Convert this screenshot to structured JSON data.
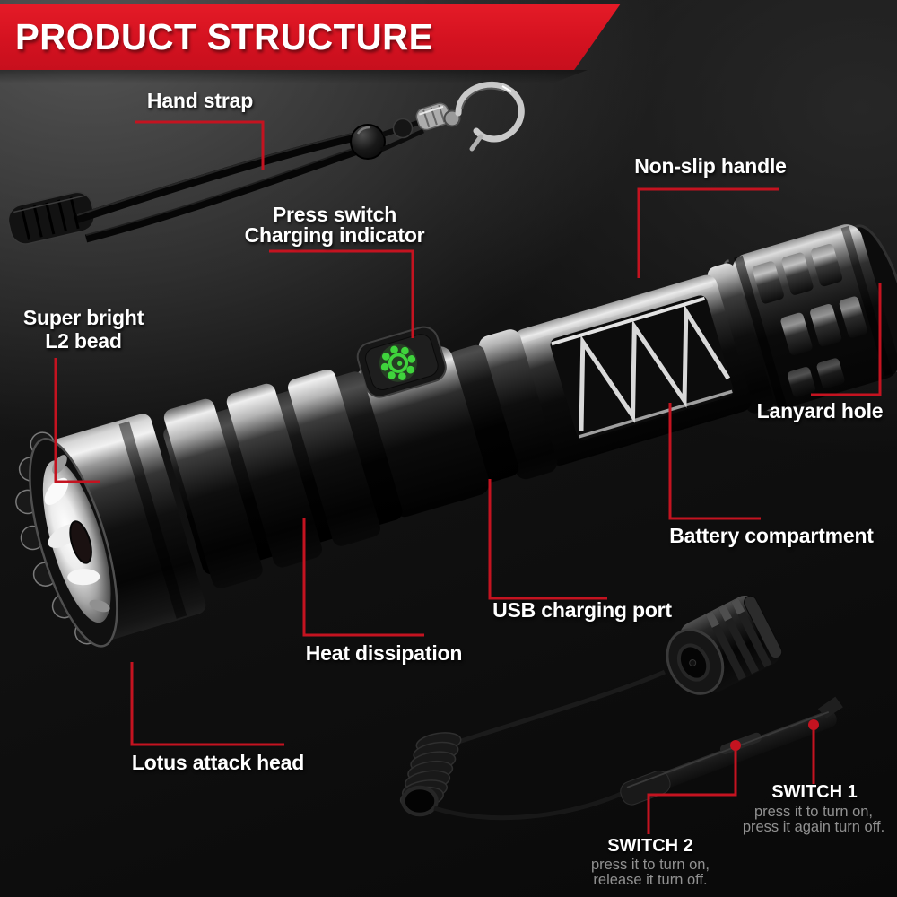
{
  "title": "PRODUCT STRUCTURE",
  "colors": {
    "banner_red": "#d41220",
    "callout_red": "#c41320",
    "indicator_green": "#3fd43c",
    "label_white": "#ffffff",
    "description_gray": "#919191",
    "background": "#111111"
  },
  "labels": {
    "hand_strap": "Hand strap",
    "press_switch_line1": "Press switch",
    "press_switch_line2": "Charging indicator",
    "non_slip_handle": "Non-slip handle",
    "super_bright_line1": "Super bright",
    "super_bright_line2": "L2 bead",
    "lanyard_hole": "Lanyard hole",
    "battery_compartment": "Battery compartment",
    "usb_charging_port": "USB charging port",
    "heat_dissipation": "Heat dissipation",
    "lotus_attack_head": "Lotus attack head",
    "switch1_title": "SWITCH 1",
    "switch1_desc1": "press it to turn on,",
    "switch1_desc2": "press it again turn off.",
    "switch2_title": "SWITCH 2",
    "switch2_desc1": "press it to turn on,",
    "switch2_desc2": "release it turn off."
  }
}
